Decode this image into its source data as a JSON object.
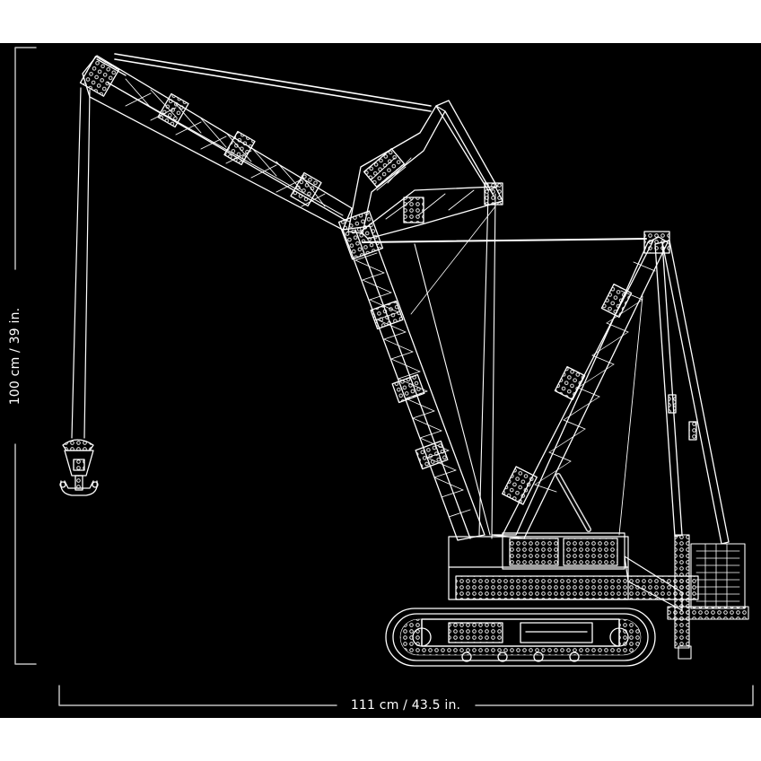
{
  "figure": {
    "subject": "crawler crane line drawing",
    "background_color": "#000000",
    "line_color": "#ffffff",
    "page_color": "#ffffff"
  },
  "dimensions": {
    "height_label": "100 cm / 39 in.",
    "width_label": "111 cm / 43.5 in."
  },
  "components": {
    "main_boom": "main-boom",
    "luffing_jib": "luffing-jib",
    "derrick_mast": "derrick-mast",
    "hook_block": "hook-block",
    "counterweight": "counterweight",
    "crawler_track": "crawler-track",
    "superstructure": "superstructure"
  }
}
